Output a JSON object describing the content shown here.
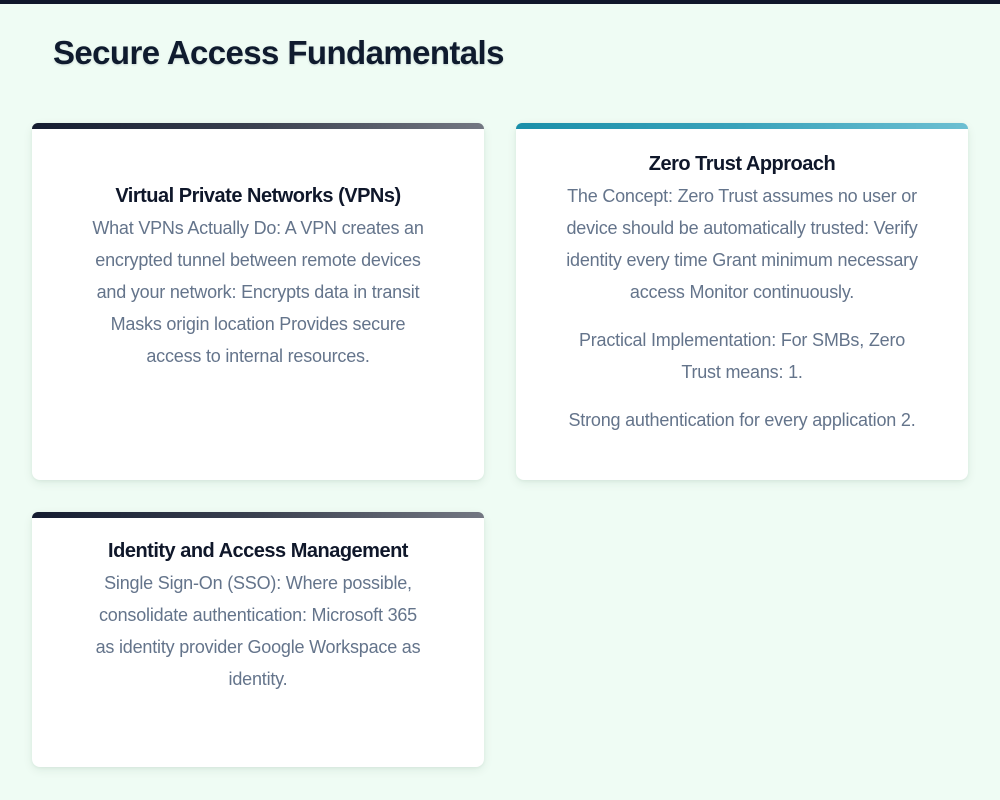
{
  "page": {
    "title": "Secure Access Fundamentals"
  },
  "colors": {
    "background": "#effcf4",
    "top_bar": "#0f172a",
    "title_text": "#0f1b2e",
    "body_text": "#64748b",
    "accent_dark": "#141c30",
    "accent_teal": "#1a8fa9"
  },
  "cards": [
    {
      "title": "Virtual Private Networks (VPNs)",
      "accent": "dark",
      "paragraphs": [
        "What VPNs Actually Do: A VPN creates an encrypted tunnel between remote devices and your network: Encrypts data in transit Masks origin location Provides secure access to internal resources."
      ]
    },
    {
      "title": "Zero Trust Approach",
      "accent": "teal",
      "paragraphs": [
        "The Concept: Zero Trust assumes no user or device should be automatically trusted: Verify identity every time Grant minimum necessary access Monitor continuously.",
        "Practical Implementation: For SMBs, Zero Trust means: 1.",
        "Strong authentication for every application 2."
      ]
    },
    {
      "title": "Identity and Access Management",
      "accent": "dark",
      "paragraphs": [
        "Single Sign-On (SSO): Where possible, consolidate authentication: Microsoft 365 as identity provider Google Workspace as identity."
      ]
    }
  ]
}
